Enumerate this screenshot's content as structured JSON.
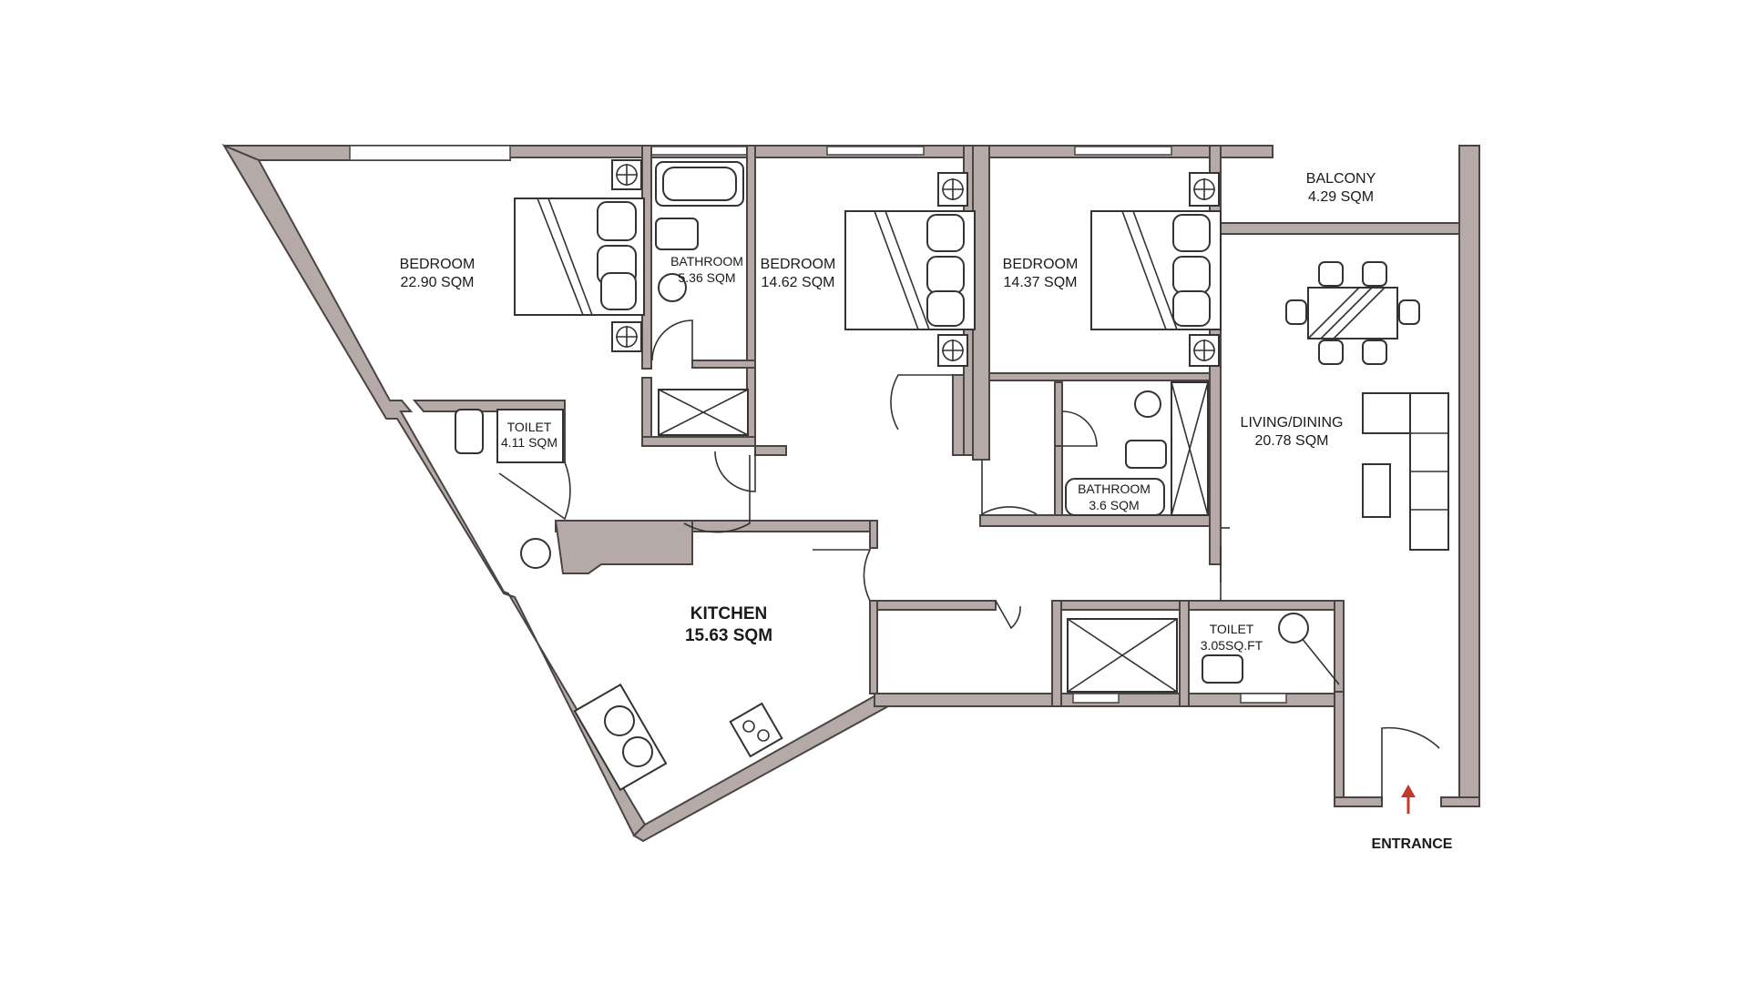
{
  "rooms": {
    "bedroom1": {
      "name": "BEDROOM",
      "area": "22.90 SQM"
    },
    "bathroom1": {
      "name": "BATHROOM",
      "area": "5.36 SQM"
    },
    "bedroom2": {
      "name": "BEDROOM",
      "area": "14.62 SQM"
    },
    "bedroom3": {
      "name": "BEDROOM",
      "area": "14.37 SQM"
    },
    "balcony": {
      "name": "BALCONY",
      "area": "4.29 SQM"
    },
    "living": {
      "name": "LIVING/DINING",
      "area": "20.78 SQM"
    },
    "toilet1": {
      "name": "TOILET",
      "area": "4.11 SQM"
    },
    "bathroom2": {
      "name": "BATHROOM",
      "area": "3.6 SQM"
    },
    "kitchen": {
      "name": "KITCHEN",
      "area": "15.63 SQM"
    },
    "toilet2": {
      "name": "TOILET",
      "area": "3.05SQ.FT"
    }
  },
  "entrance": {
    "label": "ENTRANCE",
    "arrow_color": "#c0392b"
  },
  "colors": {
    "wall_fill": "#b5aaa8",
    "wall_stroke": "#4a4443",
    "background": "#ffffff"
  }
}
